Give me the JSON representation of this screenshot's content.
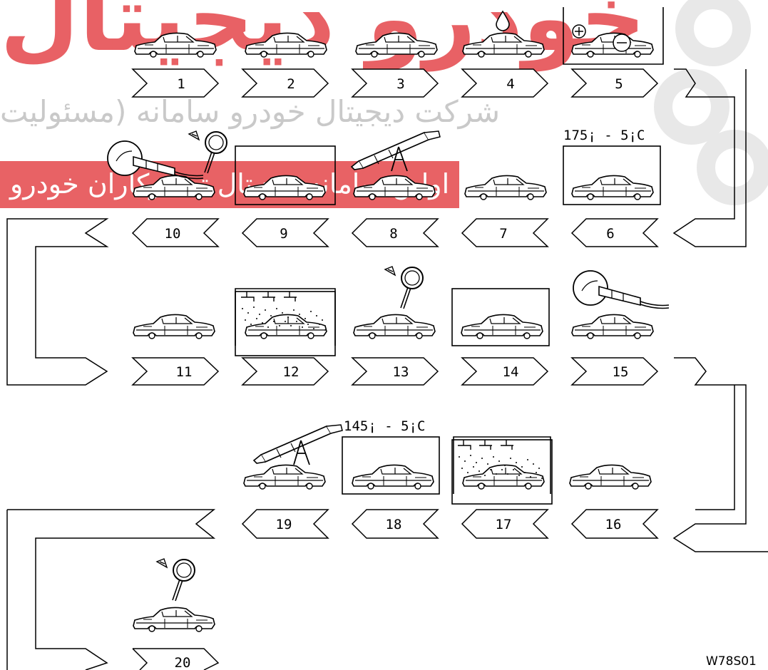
{
  "watermark": {
    "big_text": "خودرو دیجیتال",
    "company_line": "شرکت دیجیتال خودرو سامانه (مسئولیت",
    "banner_line": "اولین سامانه دیجیتال تعمیرکاران خودرو"
  },
  "steps": [
    "1",
    "2",
    "3",
    "4",
    "5",
    "6",
    "7",
    "8",
    "9",
    "10",
    "11",
    "12",
    "13",
    "14",
    "15",
    "16",
    "17",
    "18",
    "19",
    "20"
  ],
  "temperatures": {
    "step6": "175¡ - 5¡C",
    "step18": "145¡ - 5¡C"
  },
  "figure_code": "W78S01",
  "icons": {
    "step4": "drop-icon",
    "step5": "battery-polarity-icon",
    "step8": "sealant-gun-icon",
    "step10": "sander-icon",
    "step12": "spray-booth-icon",
    "step13": "magnifier-icon",
    "step15": "sander-icon",
    "step17": "spray-booth-icon",
    "step19": "sealant-gun-icon",
    "step20": "magnifier-icon"
  },
  "colors": {
    "line": "#000000",
    "watermark": "#e2363a"
  }
}
